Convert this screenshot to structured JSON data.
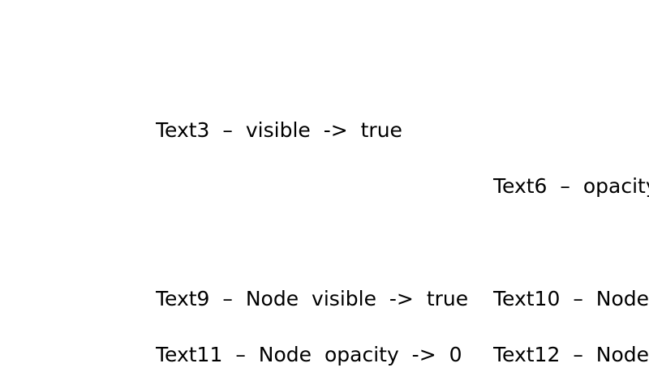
{
  "labels": {
    "text3": "Text3 – visible -> true",
    "text6": "Text6 – opacity",
    "text9": "Text9 – Node visible -> true",
    "text10": "Text10 – Node",
    "text11": "Text11 – Node opacity -> 0",
    "text12": "Text12 – Node"
  }
}
